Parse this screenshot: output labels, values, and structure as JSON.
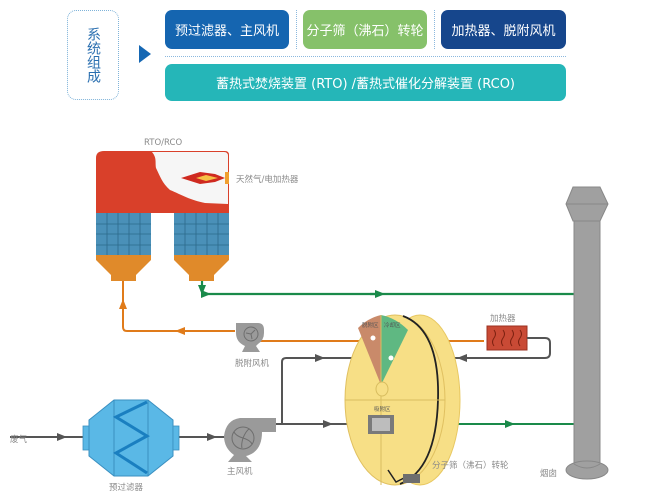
{
  "header": {
    "system_label": "系统组成",
    "components": [
      {
        "label": "预过滤器、主风机",
        "color": "#1565b0"
      },
      {
        "label": "分子筛（沸石）转轮",
        "color": "#86c16a"
      },
      {
        "label": "加热器、脱附风机",
        "color": "#16468c"
      }
    ],
    "oxidizer": {
      "label": "蓄热式焚烧装置 (RTO) /蓄热式催化分解装置 (RCO)",
      "color": "#25b6b8"
    }
  },
  "diagram": {
    "labels": {
      "rto_rco": "RTO/RCO",
      "burner": "天然气/电加热器",
      "desorb_fan": "脱附风机",
      "heater": "加热器",
      "waste_gas": "废气",
      "pre_filter": "预过滤器",
      "main_fan": "主风机",
      "rotor": "分子筛（沸石）转轮",
      "chimney": "烟囱",
      "desorption_zone": "脱附区",
      "cooling_zone": "冷却区",
      "adsorption_zone": "吸附区"
    },
    "colors": {
      "clean_flow": "#1a8a4a",
      "desorb_flow": "#e07b1a",
      "process_flow": "#555555",
      "chamber": "#d9402a",
      "media": "#4a90b8",
      "hopper": "#e08a2a",
      "rotor": "#f7df86",
      "desorption_zone": "#c98a6a",
      "cooling_zone": "#5fb882",
      "heater": "#c94a35",
      "filter": "#5ab8e6",
      "fan": "#9a9a9a",
      "chimney": "#a0a0a0"
    }
  }
}
